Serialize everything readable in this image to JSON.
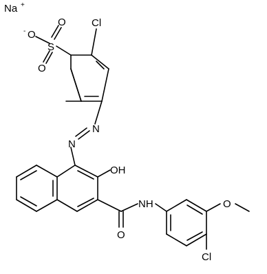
{
  "atoms": {
    "counterion": "Na",
    "counterion_charge": "+",
    "sulfonate_oxygen_anion": "O",
    "sulfonate_charge": "-",
    "sulfur": "S",
    "sulfonate_oxygen_top": "O",
    "sulfonate_oxygen_bottom": "O",
    "chloro_top": "Cl",
    "azo_n1": "N",
    "azo_n2": "N",
    "hydroxyl": "OH",
    "amide_nh": "NH",
    "amide_oxygen": "O",
    "methoxy_oxygen": "O",
    "chloro_bottom": "Cl"
  },
  "colors": {
    "bond": "#000000",
    "text": "#000000",
    "background": "#ffffff"
  }
}
